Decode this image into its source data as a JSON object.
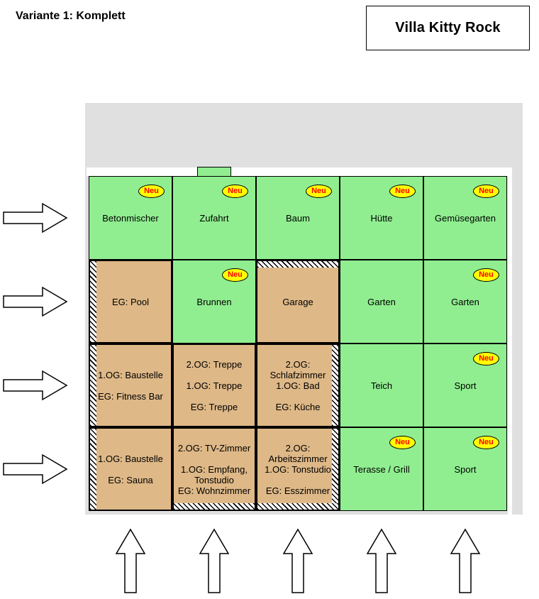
{
  "header": {
    "variant_title": "Variante 1: Komplett",
    "villa_title": "Villa Kitty Rock"
  },
  "badge": {
    "label": "Neu"
  },
  "colors": {
    "green": "#90ee90",
    "tan": "#deb887",
    "gray": "#e0e0e0",
    "badge_yellow": "#ffff00",
    "badge_text": "#ff0000"
  },
  "grid": {
    "columns": 5,
    "rows": 4,
    "cells": [
      {
        "label": "Betonmischer",
        "color": "green",
        "neu": true
      },
      {
        "label": "Zufahrt",
        "color": "green",
        "neu": true
      },
      {
        "label": "Baum",
        "color": "green",
        "neu": true
      },
      {
        "label": "Hütte",
        "color": "green",
        "neu": true
      },
      {
        "label": "Gemüsegarten",
        "color": "green",
        "neu": true
      },
      {
        "label": "EG: Pool",
        "color": "tan",
        "neu": false,
        "hatch": [
          "left"
        ]
      },
      {
        "label": "Brunnen",
        "color": "green",
        "neu": true
      },
      {
        "label": "Garage",
        "color": "tan",
        "neu": false,
        "hatch": [
          "top"
        ]
      },
      {
        "label": "Garten",
        "color": "green",
        "neu": false
      },
      {
        "label": "Garten",
        "color": "green",
        "neu": true
      },
      {
        "label": "1.OG: Baustelle\n\nEG: Fitness Bar",
        "color": "tan",
        "neu": false,
        "hatch": [
          "left"
        ]
      },
      {
        "label": "2.OG: Treppe\n\n1.OG: Treppe\n\nEG: Treppe",
        "color": "tan",
        "neu": false
      },
      {
        "label": "2.OG:\nSchlafzimmer\n1.OG: Bad\n\nEG: Küche",
        "color": "tan",
        "neu": false,
        "hatch": [
          "right"
        ]
      },
      {
        "label": "Teich",
        "color": "green",
        "neu": false
      },
      {
        "label": "Sport",
        "color": "green",
        "neu": true
      },
      {
        "label": "1.OG: Baustelle\n\nEG: Sauna",
        "color": "tan",
        "neu": false,
        "hatch": [
          "left"
        ]
      },
      {
        "label": "2.OG: TV-Zimmer\n\n1.OG: Empfang,\nTonstudio\nEG: Wohnzimmer",
        "color": "tan",
        "neu": false,
        "hatch": [
          "bottom"
        ]
      },
      {
        "label": "2.OG:\nArbeitszimmer\n1.OG: Tonstudio\n\nEG: Esszimmer",
        "color": "tan",
        "neu": false,
        "hatch": [
          "right",
          "bottom"
        ]
      },
      {
        "label": "Terasse / Grill",
        "color": "green",
        "neu": true
      },
      {
        "label": "Sport",
        "color": "green",
        "neu": true
      }
    ]
  },
  "arrows": {
    "left": {
      "count": 4,
      "direction": "right"
    },
    "bottom": {
      "count": 5,
      "direction": "up"
    }
  }
}
